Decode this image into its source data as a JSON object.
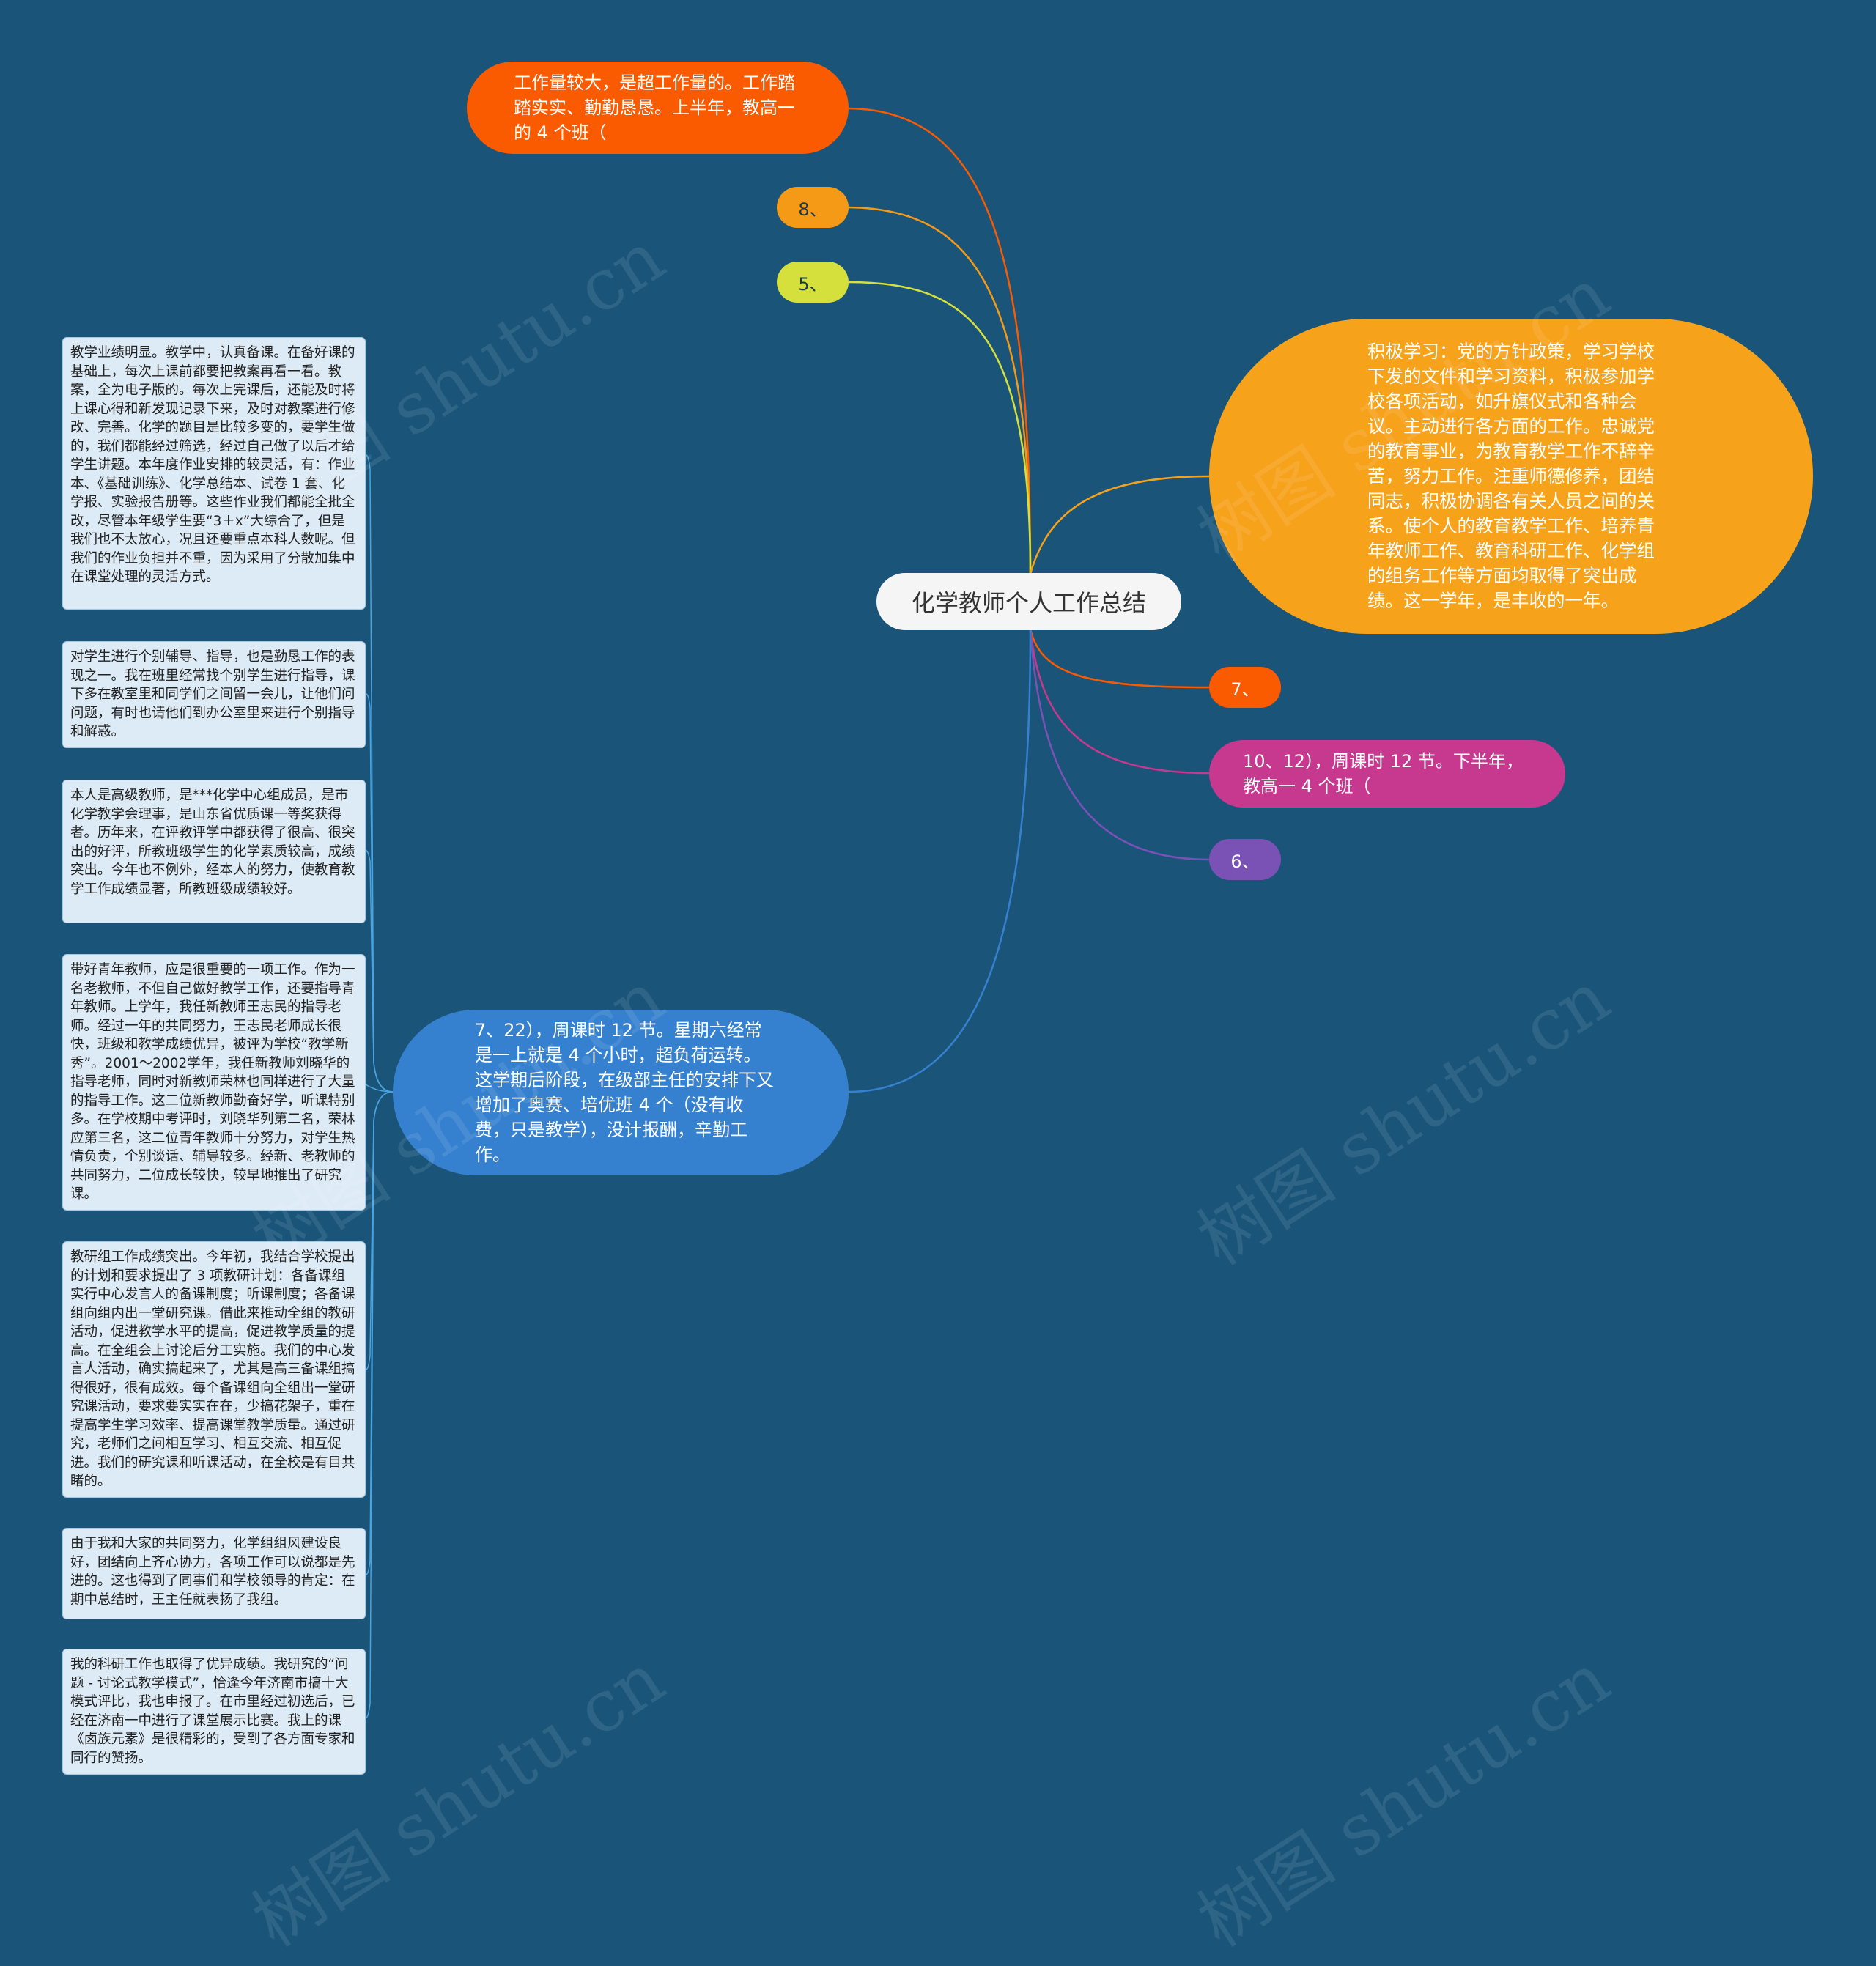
{
  "center": {
    "title": "化学教师个人工作总结"
  },
  "branches": {
    "workload": "工作量较大，是超工作量的。工作踏踏实实、勤勤恳恳。上半年，教高一的 4 个班（",
    "num8": "8、",
    "num5": "5、",
    "study": "积极学习：党的方针政策，学习学校下发的文件和学习资料，积极参加学校各项活动，如升旗仪式和各种会议。主动进行各方面的工作。忠诚党的教育事业，为教育教学工作不辞辛苦，努力工作。注重师德修养，团结同志，积极协调各有关人员之间的关系。使个人的教育教学工作、培养青年教师工作、教育科研工作、化学组的组务工作等方面均取得了突出成绩。这一学年，是丰收的一年。",
    "num7": "7、",
    "second_half": "10、12），周课时 12 节。下半年，教高一 4 个班（",
    "num6": "6、",
    "hours": "7、22），周课时 12 节。星期六经常是一上就是 4 个小时，超负荷运转。这学期后阶段，在级部主任的安排下又增加了奥赛、培优班 4 个（没有收费，只是教学），没计报酬，辛勤工作。"
  },
  "details": [
    "教学业绩明显。教学中，认真备课。在备好课的基础上，每次上课前都要把教案再看一看。教案，全为电子版的。每次上完课后，还能及时将上课心得和新发现记录下来，及时对教案进行修改、完善。化学的题目是比较多变的，要学生做的，我们都能经过筛选，经过自己做了以后才给学生讲题。本年度作业安排的较灵活，有：作业本、《基础训练》、化学总结本、试卷 1 套、化学报、实验报告册等。这些作业我们都能全批全改，尽管本年级学生要“3＋x”大综合了，但是我们也不太放心，况且还要重点本科人数呢。但我们的作业负担并不重，因为采用了分散加集中在课堂处理的灵活方式。",
    "对学生进行个别辅导、指导，也是勤恳工作的表现之一。我在班里经常找个别学生进行指导，课下多在教室里和同学们之间留一会儿，让他们问问题，有时也请他们到办公室里来进行个别指导和解惑。",
    "本人是高级教师，是***化学中心组成员，是市化学教学会理事，是山东省优质课一等奖获得者。历年来，在评教评学中都获得了很高、很突出的好评，所教班级学生的化学素质较高，成绩突出。今年也不例外，经本人的努力，使教育教学工作成绩显著，所教班级成绩较好。",
    "带好青年教师，应是很重要的一项工作。作为一名老教师，不但自己做好教学工作，还要指导青年教师。上学年，我任新教师王志民的指导老师。经过一年的共同努力，王志民老师成长很快，班级和教学成绩优异，被评为学校“教学新秀”。2001～2002学年，我任新教师刘晓华的指导老师，同时对新教师荣林也同样进行了大量的指导工作。这二位新教师勤奋好学，听课特别多。在学校期中考评时，刘晓华列第二名，荣林应第三名，这二位青年教师十分努力，对学生热情负责，个别谈话、辅导较多。经新、老教师的共同努力，二位成长较快，较早地推出了研究课。",
    "教研组工作成绩突出。今年初，我结合学校提出的计划和要求提出了 3 项教研计划：各备课组实行中心发言人的备课制度；听课制度；各备课组向组内出一堂研究课。借此来推动全组的教研活动，促进教学水平的提高，促进教学质量的提高。在全组会上讨论后分工实施。我们的中心发言人活动，确实搞起来了，尤其是高三备课组搞得很好，很有成效。每个备课组向全组出一堂研究课活动，要求要实实在在，少搞花架子，重在提高学生学习效率、提高课堂教学质量。通过研究，老师们之间相互学习、相互交流、相互促进。我们的研究课和听课活动，在全校是有目共睹的。",
    "由于我和大家的共同努力，化学组组风建设良好，团结向上齐心协力，各项工作可以说都是先进的。这也得到了同事们和学校领导的肯定：在期中总结时，王主任就表扬了我组。",
    "我的科研工作也取得了优异成绩。我研究的“问题 - 讨论式教学模式”，恰逢今年济南市搞十大模式评比，我也申报了。在市里经过初选后，已经在济南一中进行了课堂展示比赛。我上的课《卤族元素》是很精彩的，受到了各方面专家和同行的赞扬。"
  ],
  "watermark": "树图 shutu.cn",
  "colors": {
    "background": "#1a5579",
    "workload": "#fa5a00",
    "num8": "#f49a16",
    "num5": "#d5e03d",
    "study": "#f7a21b",
    "num7": "#fa5a00",
    "second_half": "#c7388f",
    "num6": "#7a52b5",
    "hours": "#3681cf",
    "detail_line": "#4aa3df"
  }
}
